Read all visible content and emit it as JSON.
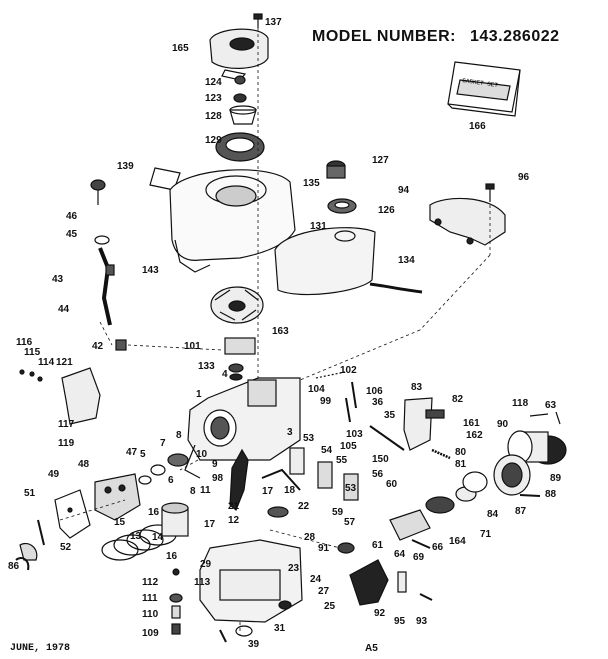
{
  "model_label": "MODEL NUMBER:",
  "model_number": "143.286022",
  "gasket_set_text": "GASKET SET",
  "footer_date": "JUNE, 1978",
  "footer_page": "A5",
  "callouts": {
    "137": "137",
    "165": "165",
    "124": "124",
    "123": "123",
    "128": "128",
    "129": "129",
    "139": "139",
    "166": "166",
    "127": "127",
    "135": "135",
    "126": "126",
    "94": "94",
    "96": "96",
    "46": "46",
    "45": "45",
    "143": "143",
    "131": "131",
    "134": "134",
    "43": "43",
    "44": "44",
    "163": "163",
    "116": "116",
    "115": "115",
    "114": "114",
    "121": "121",
    "42": "42",
    "101": "101",
    "133": "133",
    "102": "102",
    "117": "117",
    "1": "1",
    "104": "104",
    "99": "99",
    "106": "106",
    "83": "83",
    "82": "82",
    "118": "118",
    "63": "63",
    "36": "36",
    "35": "35",
    "161": "161",
    "162": "162",
    "90": "90",
    "119": "119",
    "103": "103",
    "8a": "8",
    "7": "7",
    "3": "3",
    "53a": "53",
    "105": "105",
    "54": "54",
    "80": "80",
    "55": "55",
    "150": "150",
    "81": "81",
    "5": "5",
    "9": "9",
    "10": "10",
    "89": "89",
    "49": "49",
    "47": "47",
    "48": "48",
    "6": "6",
    "98": "98",
    "56": "56",
    "53b": "53",
    "60": "60",
    "88": "88",
    "51": "51",
    "8b": "8",
    "11": "11",
    "17a": "17",
    "18": "18",
    "22": "22",
    "59": "59",
    "84": "84",
    "87": "87",
    "21": "21",
    "17b": "17",
    "57": "57",
    "12": "12",
    "16a": "16",
    "15": "15",
    "13": "13",
    "14": "14",
    "71": "71",
    "52": "52",
    "61": "61",
    "66": "66",
    "164": "164",
    "64": "64",
    "69": "69",
    "28": "28",
    "91": "91",
    "16b": "16",
    "29": "29",
    "24": "24",
    "86": "86",
    "112": "112",
    "113": "113",
    "111": "111",
    "27": "27",
    "110": "110",
    "25": "25",
    "92": "92",
    "95": "95",
    "93": "93",
    "109": "109",
    "31": "31",
    "39": "39",
    "23": "23"
  }
}
